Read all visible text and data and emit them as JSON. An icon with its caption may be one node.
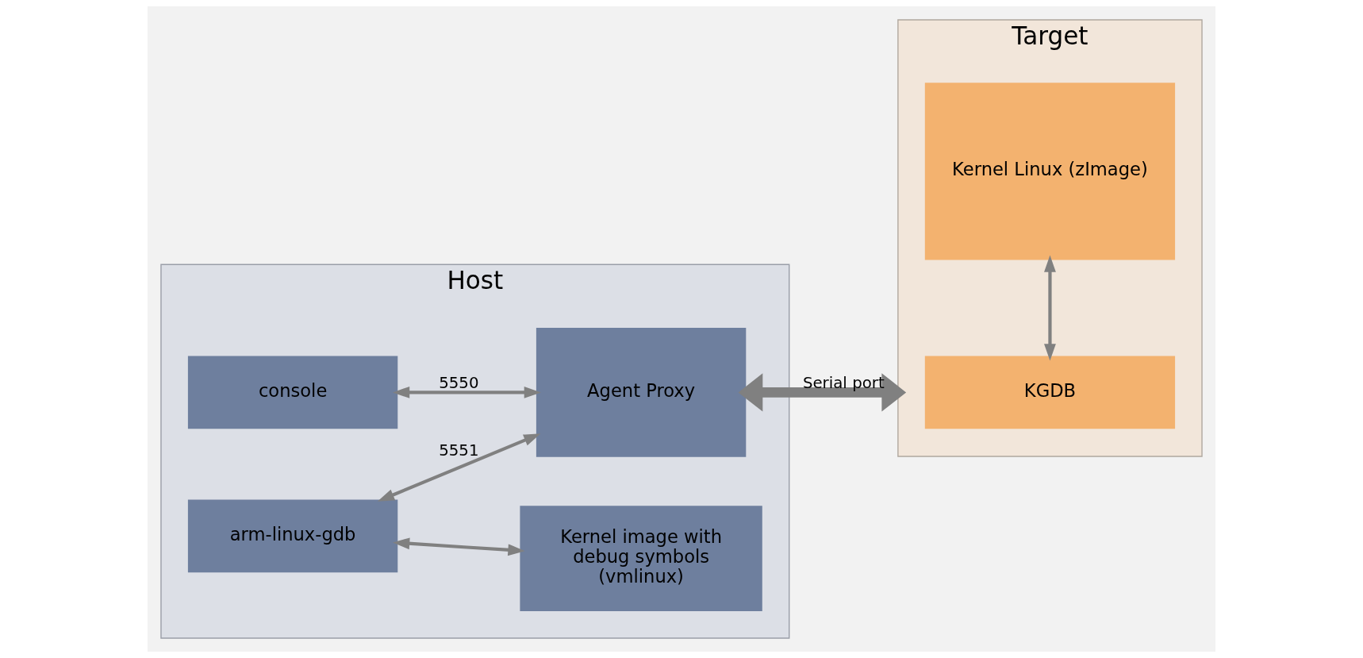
{
  "diagram": {
    "nodes": [
      {
        "text": [
          "Host"
        ]
      },
      {
        "text": [
          "console"
        ],
        "in": 0
      },
      {
        "text": [
          "Agent Proxy"
        ],
        "in": 0
      },
      {
        "text": [
          "arm-linux-gdb"
        ],
        "in": 0
      },
      {
        "text": [
          "Kernel image with debug symbols (vmlinux)"
        ],
        "in": 0
      },
      {
        "text": [
          "Target"
        ]
      },
      {
        "text": [
          "KGDB"
        ],
        "in": 5
      },
      {
        "text": [
          "Kernel Linux (zImage)"
        ],
        "in": 5
      }
    ],
    "edges": [
      {
        "from": 1,
        "to": 2,
        "arrow": "both",
        "label": "5550"
      },
      {
        "from": 3,
        "to": 2,
        "arrow": "both",
        "label": "5551"
      },
      {
        "from": 3,
        "to": 4,
        "arrow": "both"
      },
      {
        "from": 2,
        "to": 5,
        "arrow": "both",
        "label": "Serial port",
        "style": "thick"
      },
      {
        "from": 6,
        "to": 7,
        "arrow": "both"
      }
    ]
  }
}
